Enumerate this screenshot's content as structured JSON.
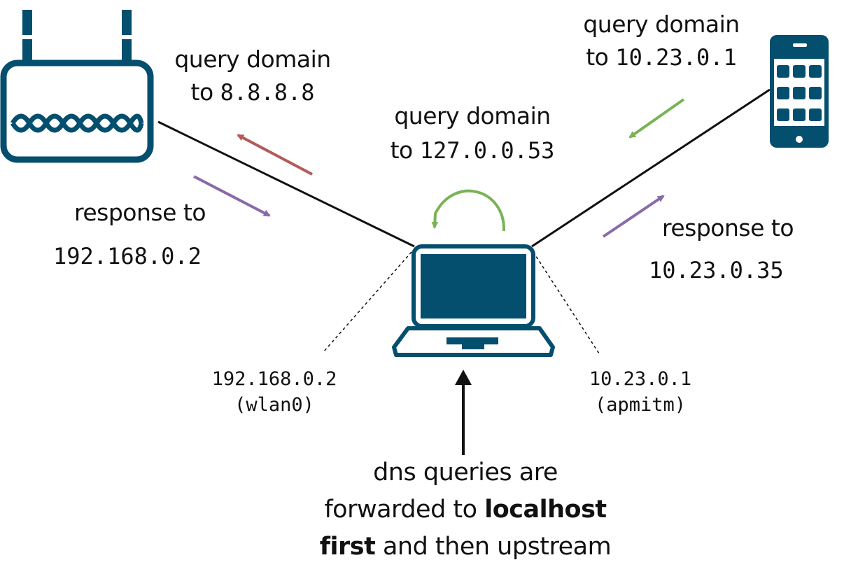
{
  "colors": {
    "device": "#044e6e",
    "link": "#111111",
    "query_upstream_arrow": "#b35a5a",
    "query_local_arrow": "#7ab356",
    "response_arrow": "#8b6aa8"
  },
  "icons": {
    "router": "router-icon",
    "laptop": "laptop-icon",
    "phone": "smartphone-icon"
  },
  "router_label": {
    "line1": "query domain",
    "prefix": "to",
    "address": "8.8.8.8"
  },
  "router_response": {
    "line1": "response to",
    "address": "192.168.0.2"
  },
  "local_query": {
    "line1": "query domain",
    "prefix": "to",
    "address": "127.0.0.53"
  },
  "phone_query": {
    "line1": "query domain",
    "prefix": "to",
    "address": "10.23.0.1"
  },
  "phone_response": {
    "line1": "response to",
    "address": "10.23.0.35"
  },
  "interfaces": {
    "left_ip": "192.168.0.2",
    "left_name": "(wlan0)",
    "right_ip": "10.23.0.1",
    "right_name": "(apmitm)"
  },
  "note": {
    "line1": "dns queries are",
    "line2_a": "forwarded to",
    "line2_b": "localhost",
    "line3_a": "first",
    "line3_b": "and then upstream"
  }
}
